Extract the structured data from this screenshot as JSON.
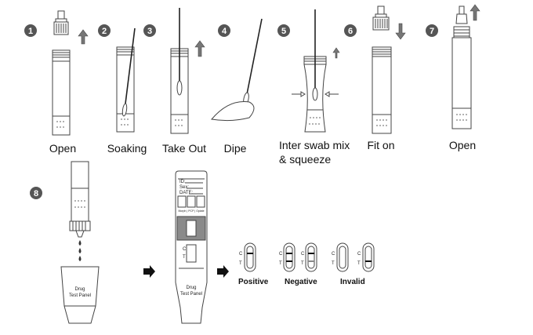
{
  "steps": [
    {
      "number": "1",
      "label": "Open"
    },
    {
      "number": "2",
      "label": "Soaking"
    },
    {
      "number": "3",
      "label": "Take Out"
    },
    {
      "number": "4",
      "label": "Dipe"
    },
    {
      "number": "5",
      "label_line1": "Inter swab mix",
      "label_line2": "& squeeze"
    },
    {
      "number": "6",
      "label": "Fit on"
    },
    {
      "number": "7",
      "label": "Open"
    },
    {
      "number": "8"
    }
  ],
  "panel": {
    "drug_label_line1": "Drug",
    "drug_label_line2": "Test Panel",
    "field_1": "ID:",
    "field_2": "Sex:",
    "field_3": "DATE:",
    "strip_labels": "Morph | PCP | Opiate",
    "c_mark": "C",
    "t_mark": "T"
  },
  "results": {
    "positive": "Positive",
    "negative": "Negative",
    "invalid": "Invalid",
    "c_mark": "C",
    "t_mark": "T"
  },
  "icons": [
    "up-arrow-icon",
    "down-arrow-icon",
    "right-arrow-icon",
    "squeeze-arrow-icon",
    "droplet-icon"
  ]
}
